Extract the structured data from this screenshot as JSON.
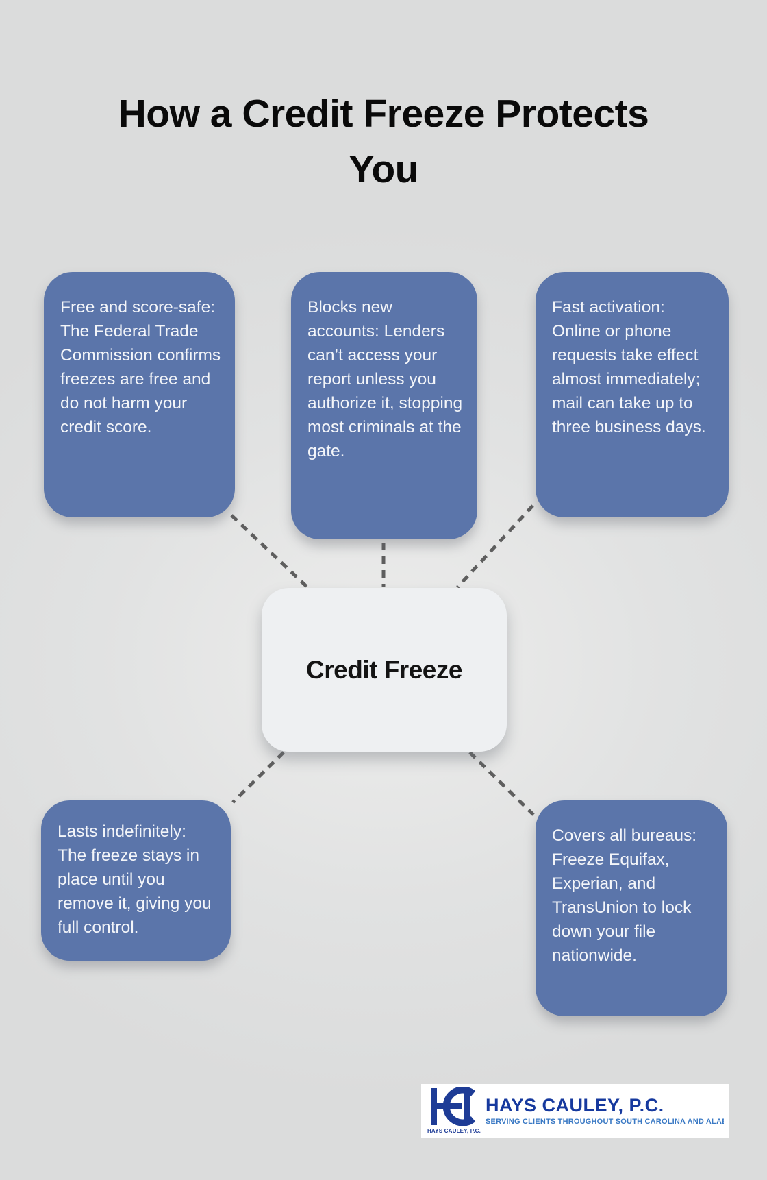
{
  "title": "How a Credit Freeze Protects You",
  "center": {
    "label": "Credit Freeze"
  },
  "nodes": [
    {
      "id": "free-and-score-safe",
      "text": "Free and score-safe: The Federal Trade Commission confirms freezes are free and do not harm your credit score."
    },
    {
      "id": "blocks-new-accounts",
      "text": "Blocks new accounts: Lenders can’t access your report unless you authorize it, stopping most criminals at the gate."
    },
    {
      "id": "fast-activation",
      "text": "Fast activation: Online or phone requests take effect almost immediately; mail can take up to three business days."
    },
    {
      "id": "lasts-indefinitely",
      "text": "Lasts indefinitely: The freeze stays in place until you remove it, giving you full control."
    },
    {
      "id": "covers-all-bureaus",
      "text": "Covers all bureaus: Freeze Equifax, Experian, and TransUnion to lock down your file nationwide."
    }
  ],
  "footer": {
    "logo_monogram": "HC",
    "logo_caption": "HAYS CAULEY, P.C.",
    "firm_name": "HAYS CAULEY, P.C.",
    "tagline": "SERVING CLIENTS THROUGHOUT SOUTH CAROLINA AND ALABAMA"
  },
  "colors": {
    "bg": "#e1e2e2",
    "node_fill": "#5b75aa",
    "node_text": "#f3f5f9",
    "center_fill": "#eef0f2",
    "center_text": "#141414",
    "connector": "#5e5e5e",
    "logo_blue": "#1e3c96",
    "firm_blue": "#16399e",
    "tagline_blue": "#3a79c4"
  }
}
